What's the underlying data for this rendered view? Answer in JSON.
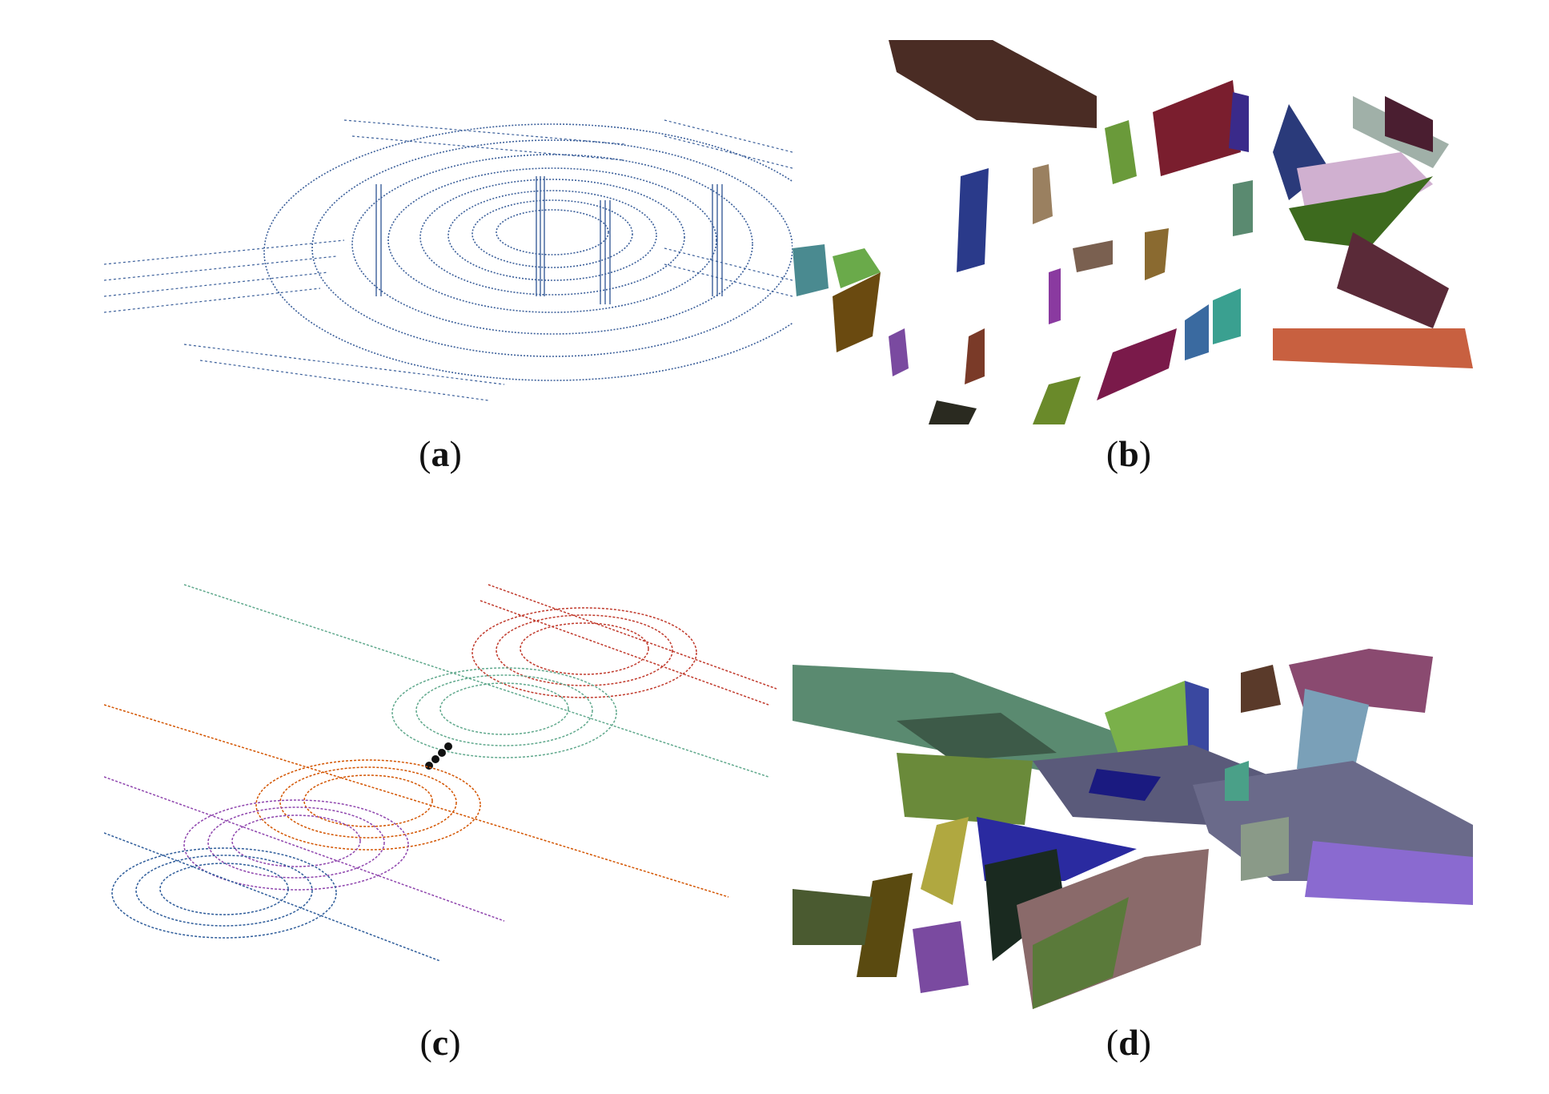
{
  "figure": {
    "panels": [
      {
        "id": "a",
        "label": "a",
        "point_color": "#3b5f9a"
      },
      {
        "id": "b",
        "label": "b"
      },
      {
        "id": "c",
        "label": "c",
        "scan_colors": [
          "#c0392b",
          "#5fa88c",
          "#d35400",
          "#8e44ad",
          "#2e5c9a"
        ]
      },
      {
        "id": "d",
        "label": "d"
      }
    ],
    "colors": {
      "blue_points": "#3b5f9a",
      "red_scan": "#c0392b",
      "teal_scan": "#5fa88c",
      "orange_scan": "#d35400",
      "purple_scan": "#8e44ad",
      "blue_scan": "#2e5c9a"
    }
  }
}
